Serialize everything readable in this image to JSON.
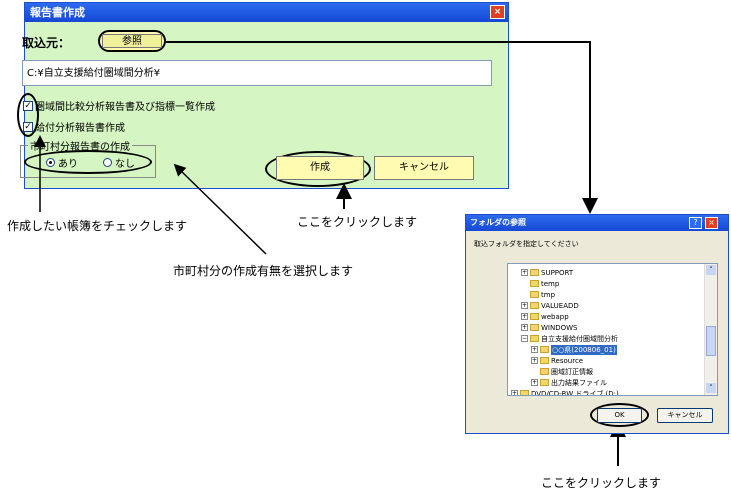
{
  "main_dialog": {
    "title": "報告書作成",
    "close_glyph": "×",
    "source_label": "取込元：",
    "browse_label": "参照",
    "path_value": "C:¥自立支援給付圏域間分析¥",
    "checkboxes": [
      {
        "label": "圏域間比較分析報告書及び指標一覧作成",
        "checked": true
      },
      {
        "label": "給付分析報告書作成",
        "checked": true
      }
    ],
    "check_glyph": "✓",
    "group_title": "市町村分報告書の作成",
    "radios": [
      {
        "label": "あり",
        "selected": true
      },
      {
        "label": "なし",
        "selected": false
      }
    ],
    "create_label": "作成",
    "cancel_label": "キャンセル"
  },
  "annotations": {
    "check_caption": "作成したい帳簿をチェックします",
    "click_caption_main": "ここをクリックします",
    "select_caption": "市町村分の作成有無を選択します",
    "click_caption_browse": "ここをクリックします"
  },
  "browse_dialog": {
    "title": "フォルダの参照",
    "help_glyph": "?",
    "close_glyph": "×",
    "prompt": "取込フォルダを指定してください",
    "tree_items": [
      {
        "label": "SUPPORT",
        "indent": 0,
        "expander": "+"
      },
      {
        "label": "temp",
        "indent": 0,
        "expander": ""
      },
      {
        "label": "tmp",
        "indent": 0,
        "expander": ""
      },
      {
        "label": "VALUEADD",
        "indent": 0,
        "expander": "+"
      },
      {
        "label": "webapp",
        "indent": 0,
        "expander": "+"
      },
      {
        "label": "WINDOWS",
        "indent": 0,
        "expander": "+"
      },
      {
        "label": "自立支援給付圏域間分析",
        "indent": 0,
        "expander": "−"
      },
      {
        "label": "○○県(200806_01)",
        "indent": 1,
        "expander": "+",
        "selected": true
      },
      {
        "label": "Resource",
        "indent": 1,
        "expander": "+"
      },
      {
        "label": "圏域訂正情報",
        "indent": 1,
        "expander": ""
      },
      {
        "label": "出力結果ファイル",
        "indent": 1,
        "expander": "+"
      },
      {
        "label": "DVD/CD-RW ドライブ (D:)",
        "indent": -1,
        "expander": "+"
      }
    ],
    "ok_label": "OK",
    "cancel_label": "キャンセル",
    "scroll_up": "˄",
    "scroll_down": "˅"
  },
  "colors": {
    "dialog_bg": "#d5f5c2",
    "button_yellow": "#fffbb0",
    "titlebar_blue": "#1548d4"
  }
}
